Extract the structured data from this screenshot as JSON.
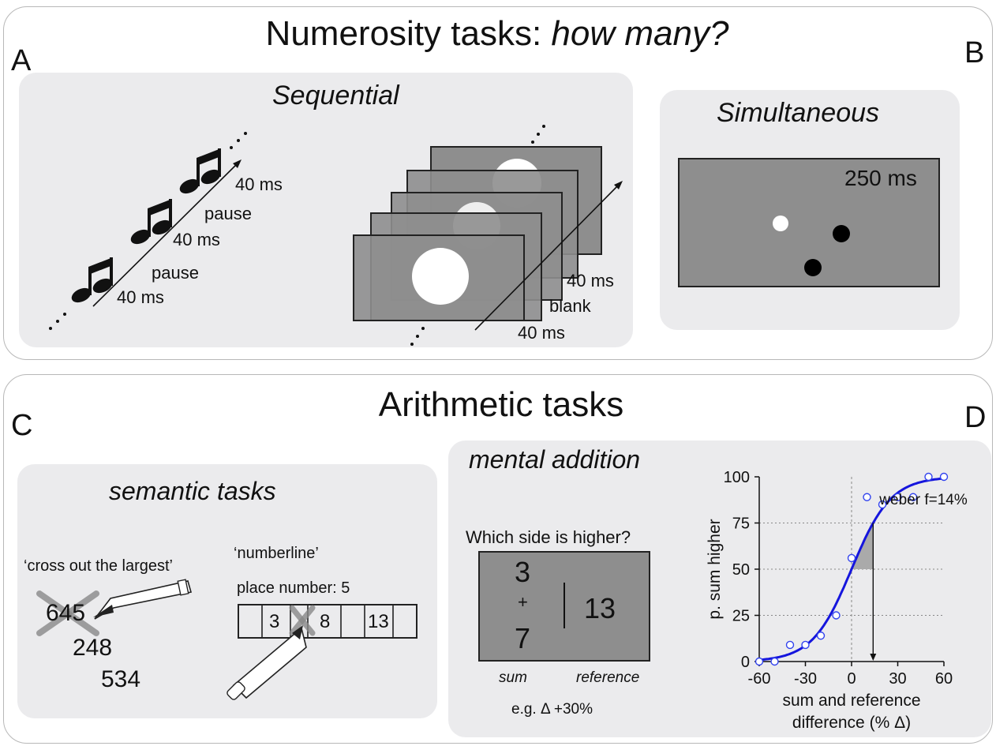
{
  "top": {
    "title_main": "Numerosity tasks: ",
    "title_em": "how many?",
    "letter_a": "A",
    "letter_b": "B",
    "sequential": {
      "title": "Sequential",
      "audio_labels": [
        "40 ms",
        "pause",
        "40 ms",
        "pause",
        "40 ms"
      ],
      "visual_labels": [
        "40 ms",
        "blank",
        "40 ms"
      ]
    },
    "simultaneous": {
      "title": "Simultaneous",
      "duration": "250 ms"
    }
  },
  "bottom": {
    "title": "Arithmetic tasks",
    "letter_c": "C",
    "letter_d": "D",
    "semantic": {
      "title": "semantic tasks",
      "cross_label": "‘cross out the largest’",
      "cross_numbers": [
        "645",
        "248",
        "534"
      ],
      "numberline_label": "‘numberline’",
      "place_label": "place number: 5",
      "numberline_cells": [
        "3",
        "8",
        "13"
      ]
    },
    "mental": {
      "title": "mental addition",
      "question": "Which side is higher?",
      "sum_top": "3",
      "sum_op": "+",
      "sum_bottom": "7",
      "reference": "13",
      "sum_caption": "sum",
      "reference_caption": "reference",
      "example": "e.g. Δ +30%"
    }
  },
  "chart_data": {
    "type": "scatter",
    "title": "",
    "xlabel": "sum and reference difference (% Δ)",
    "ylabel": "p. sum higher",
    "xlim": [
      -60,
      60
    ],
    "ylim": [
      0,
      100
    ],
    "xticks": [
      -60,
      -30,
      0,
      30,
      60
    ],
    "yticks": [
      0,
      25,
      50,
      75,
      100
    ],
    "grid": "dotted horizontal lines at 25, 50, 75; dotted vertical line at 0",
    "series": [
      {
        "name": "",
        "x": [
          -60,
          -50,
          -40,
          -30,
          -20,
          -10,
          0,
          10,
          20,
          30,
          40,
          50,
          60
        ],
        "y": [
          0,
          0,
          9,
          9,
          14,
          25,
          56,
          89,
          85,
          89,
          89,
          100,
          100
        ]
      }
    ],
    "fit_curve": {
      "midpoint": 0,
      "slope_scale": 14
    },
    "annotation": "weber f=14%",
    "annotation_x": 14
  }
}
